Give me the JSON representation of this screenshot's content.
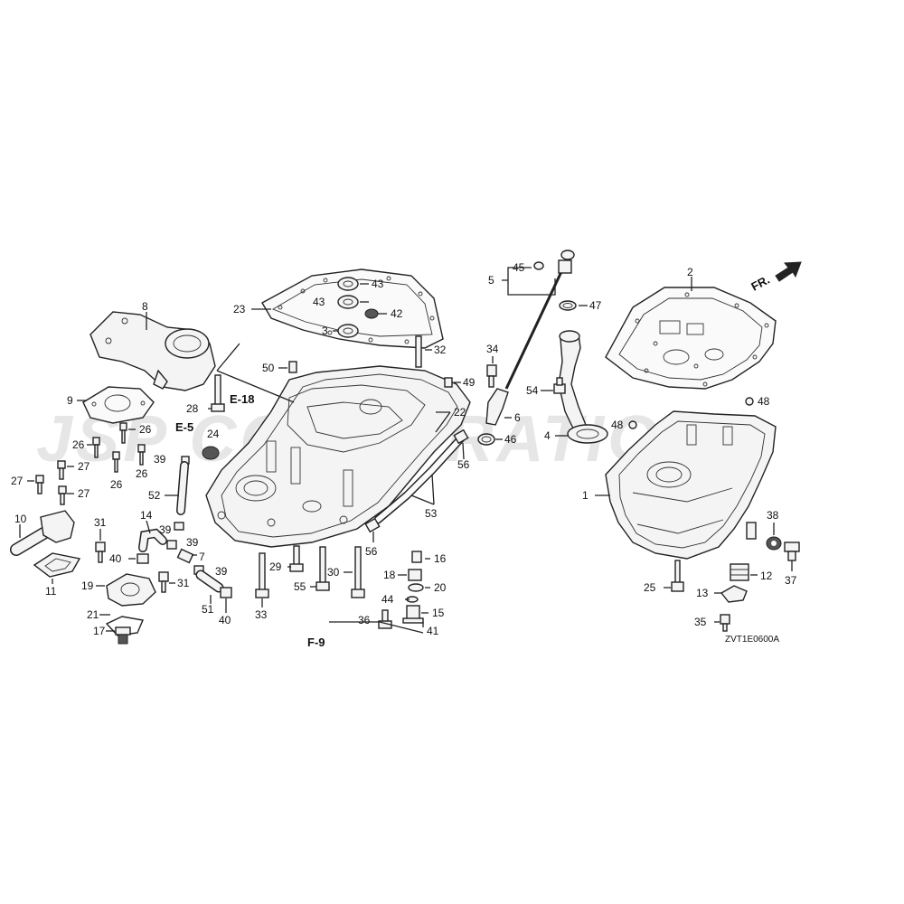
{
  "watermark": "JSP CORPORATION",
  "direction_label": "FR.",
  "diagram_code": "ZVT1E0600A",
  "refs": [
    "E-18",
    "E-5",
    "F-9"
  ],
  "callouts": [
    "1",
    "2",
    "3",
    "4",
    "5",
    "6",
    "7",
    "8",
    "9",
    "10",
    "11",
    "12",
    "13",
    "14",
    "15",
    "16",
    "17",
    "18",
    "19",
    "20",
    "21",
    "22",
    "23",
    "24",
    "25",
    "26",
    "26",
    "26",
    "26",
    "27",
    "27",
    "27",
    "28",
    "29",
    "30",
    "31",
    "31",
    "32",
    "33",
    "34",
    "35",
    "36",
    "37",
    "38",
    "39",
    "39",
    "39",
    "39",
    "40",
    "40",
    "41",
    "42",
    "43",
    "43",
    "44",
    "45",
    "46",
    "47",
    "48",
    "48",
    "49",
    "50",
    "51",
    "52",
    "53",
    "54",
    "55",
    "56",
    "56"
  ]
}
